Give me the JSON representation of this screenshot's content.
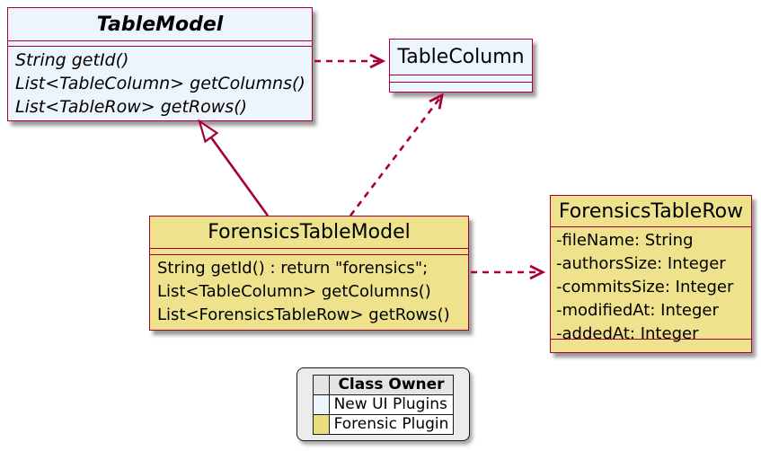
{
  "diagram_type": "uml-class-diagram",
  "colors": {
    "border": "#A80036",
    "blue_fill": "#EDF5FC",
    "yellow_fill": "#EEE38C",
    "legend_blue": "#EDF5FD",
    "legend_yellow": "#E9DD7E"
  },
  "classes": {
    "table_model": {
      "title": "TableModel",
      "stereotype": "abstract",
      "members": [
        "String getId()",
        "List<TableColumn> getColumns()",
        "List<TableRow> getRows()"
      ]
    },
    "table_column": {
      "title": "TableColumn",
      "members": []
    },
    "forensics_table_model": {
      "title": "ForensicsTableModel",
      "members": [
        "String getId() : return \"forensics\";",
        "List<TableColumn> getColumns()",
        "List<ForensicsTableRow> getRows()"
      ]
    },
    "forensics_table_row": {
      "title": "ForensicsTableRow",
      "members": [
        "-fileName: String",
        "-authorsSize: Integer",
        "-commitsSize: Integer",
        "-modifiedAt: Integer",
        "-addedAt: Integer"
      ]
    }
  },
  "relations": [
    {
      "from": "TableModel",
      "to": "TableColumn",
      "type": "dashed-dependency"
    },
    {
      "from": "ForensicsTableModel",
      "to": "TableModel",
      "type": "inheritance"
    },
    {
      "from": "ForensicsTableModel",
      "to": "TableColumn",
      "type": "dashed-dependency"
    },
    {
      "from": "ForensicsTableModel",
      "to": "ForensicsTableRow",
      "type": "dashed-dependency"
    }
  ],
  "legend": {
    "header": "Class Owner",
    "rows": [
      {
        "label": "New UI Plugins",
        "color": "#EDF5FD"
      },
      {
        "label": "Forensic Plugin",
        "color": "#E9DD7E"
      }
    ]
  }
}
